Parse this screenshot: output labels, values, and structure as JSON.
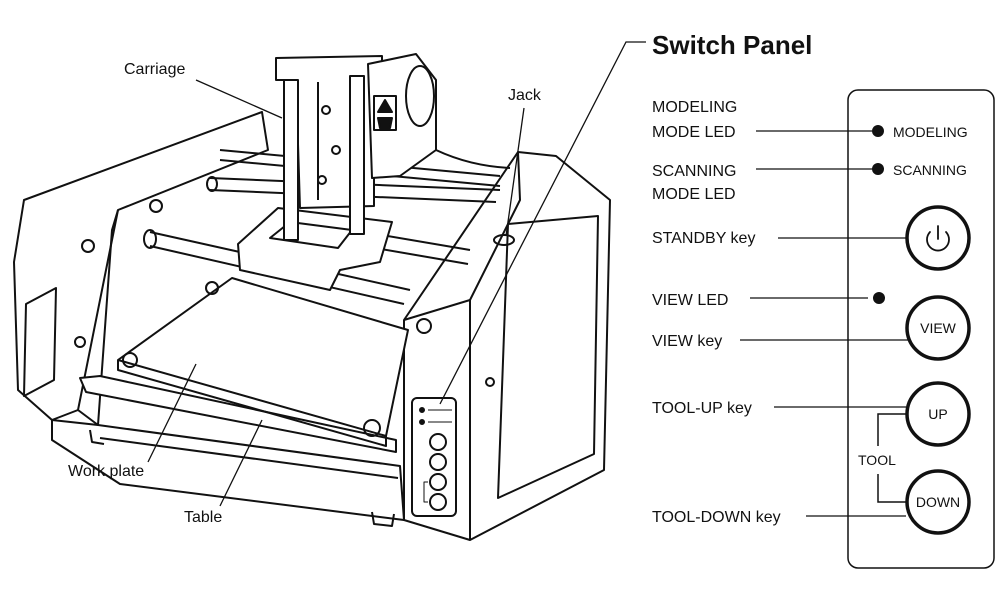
{
  "machine_labels": {
    "carriage": "Carriage",
    "jack": "Jack",
    "work_plate": "Work plate",
    "table": "Table"
  },
  "switch_panel": {
    "title": "Switch Panel",
    "callouts": {
      "modeling_led_line1": "MODELING",
      "modeling_led_line2": "MODE LED",
      "scanning_led_line1": "SCANNING",
      "scanning_led_line2": "MODE LED",
      "standby_key": "STANDBY key",
      "view_led": "VIEW LED",
      "view_key": "VIEW key",
      "tool_up_key": "TOOL-UP key",
      "tool_down_key": "TOOL-DOWN key"
    },
    "indicators": {
      "modeling": "MODELING",
      "scanning": "SCANNING"
    },
    "keys": {
      "view": "VIEW",
      "up": "UP",
      "down": "DOWN"
    },
    "tool_group": "TOOL"
  }
}
